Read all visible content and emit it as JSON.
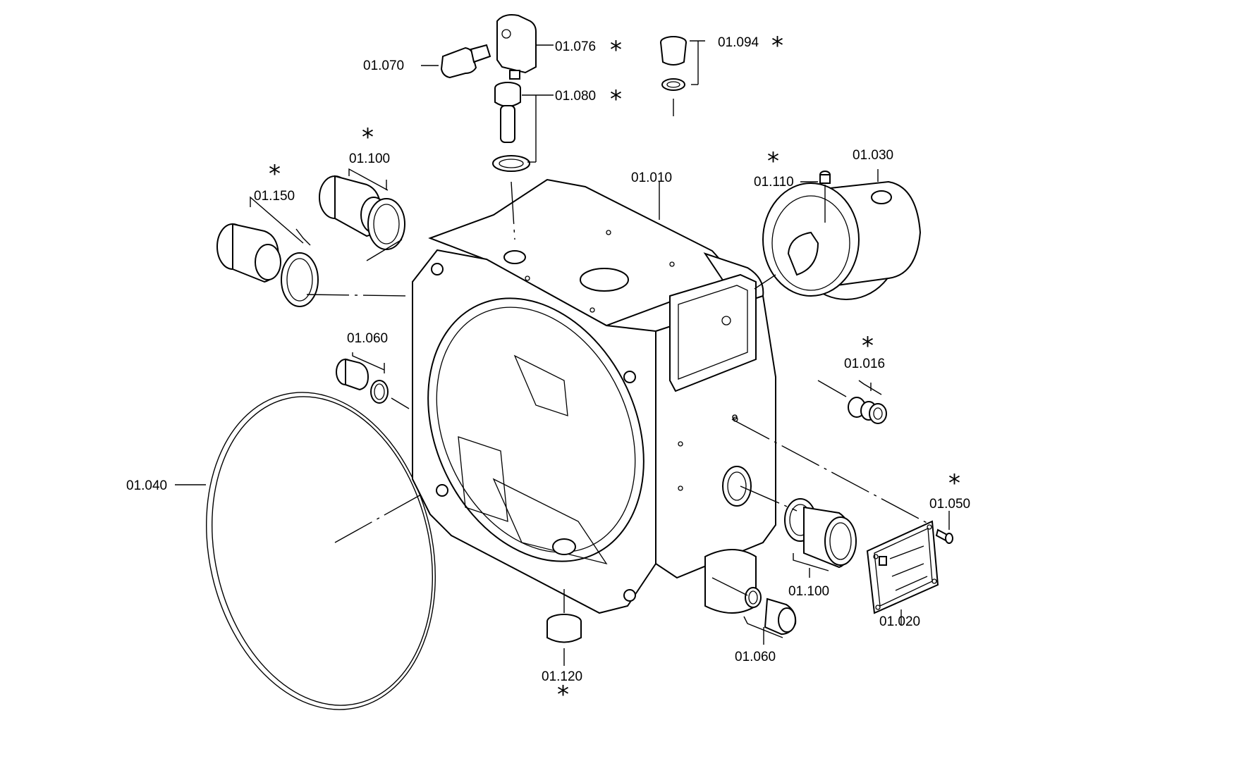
{
  "labels": {
    "p01_010": "01.010",
    "p01_016": "01.016",
    "p01_020": "01.020",
    "p01_030": "01.030",
    "p01_040": "01.040",
    "p01_050": "01.050",
    "p01_060a": "01.060",
    "p01_060b": "01.060",
    "p01_070": "01.070",
    "p01_076": "01.076",
    "p01_080": "01.080",
    "p01_094": "01.094",
    "p01_100a": "01.100",
    "p01_100b": "01.100",
    "p01_110": "01.110",
    "p01_120": "01.120",
    "p01_150": "01.150"
  },
  "marker": "*"
}
